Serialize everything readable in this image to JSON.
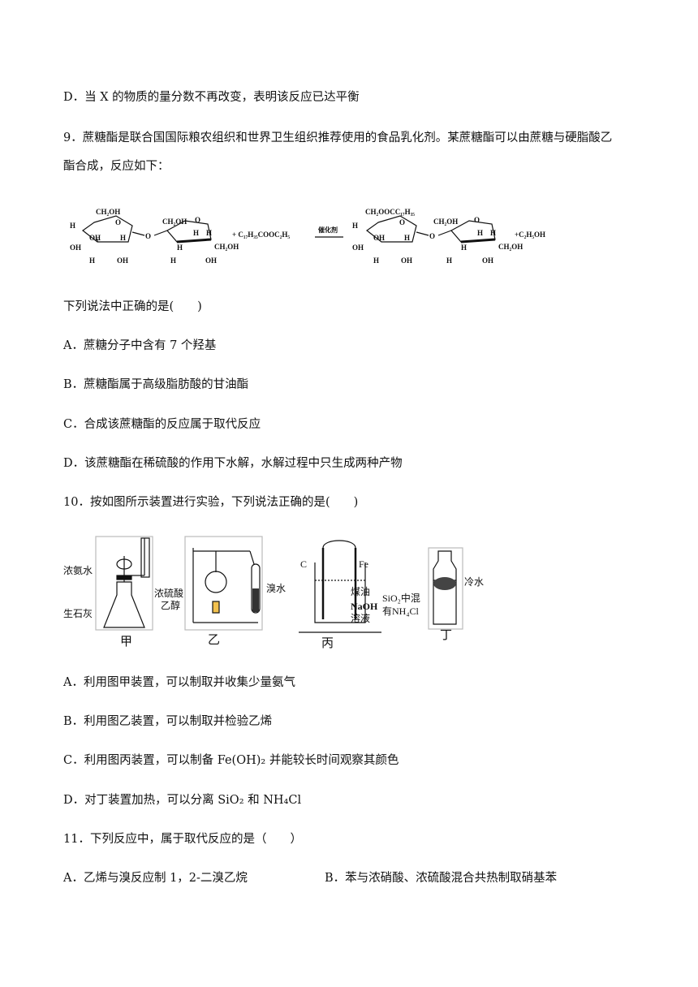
{
  "q8": {
    "optD": "D．当 X 的物质的量分数不再改变，表明该反应已达平衡"
  },
  "q9": {
    "stem_line1": "9．蔗糖酯是联合国国际粮农组织和世界卫生组织推荐使用的食品乳化剂。某蔗糖酯可以由蔗糖与硬脂酸乙",
    "stem_line2": "酯合成，反应如下：",
    "question": "下列说法中正确的是(　　)",
    "optA": "A．蔗糖分子中含有 7 个羟基",
    "optB": "B．蔗糖酯属于高级脂肪酸的甘油酯",
    "optC": "C．合成该蔗糖酯的反应属于取代反应",
    "optD": "D．该蔗糖酯在稀硫酸的作用下水解，水解过程中只生成两种产物",
    "scheme": {
      "ch2oh": "CH₂OH",
      "oh": "OH",
      "h": "H",
      "o": "O",
      "ester_chain": "CH₂OOCC₁₇H₃₅",
      "reagent": "+ C₁₇H₃₅COOC₂H₅",
      "catalyst": "催化剂",
      "product": "+C₂H₅OH"
    }
  },
  "q10": {
    "stem": "10．按如图所示装置进行实验，下列说法正确的是(　　)",
    "labels": {
      "ammonia": "浓氨水",
      "quicklime": "生石灰",
      "jia": "甲",
      "h2so4": "浓硫酸",
      "ethanol": "乙醇",
      "bromine_water": "溴水",
      "yi": "乙",
      "c_electrode": "C",
      "fe_electrode": "Fe",
      "kerosene": "煤油",
      "naoh": "NaOH",
      "solution": "溶液",
      "bing": "丙",
      "sio2_mix": "SiO₂中混",
      "nh4cl": "有NH₄Cl",
      "cold_water": "冷水",
      "ding": "丁"
    },
    "optA": "A．利用图甲装置，可以制取并收集少量氨气",
    "optB": "B．利用图乙装置，可以制取并检验乙烯",
    "optC": "C．利用图丙装置，可以制备 Fe(OH)₂ 并能较长时间观察其颜色",
    "optD": "D．对丁装置加热，可以分离 SiO₂ 和 NH₄Cl"
  },
  "q11": {
    "stem": "11．下列反应中，属于取代反应的是（　　）",
    "optA": "A．乙烯与溴反应制 1，2-二溴乙烷",
    "optB": "B．苯与浓硝酸、浓硫酸混合共热制取硝基苯"
  }
}
